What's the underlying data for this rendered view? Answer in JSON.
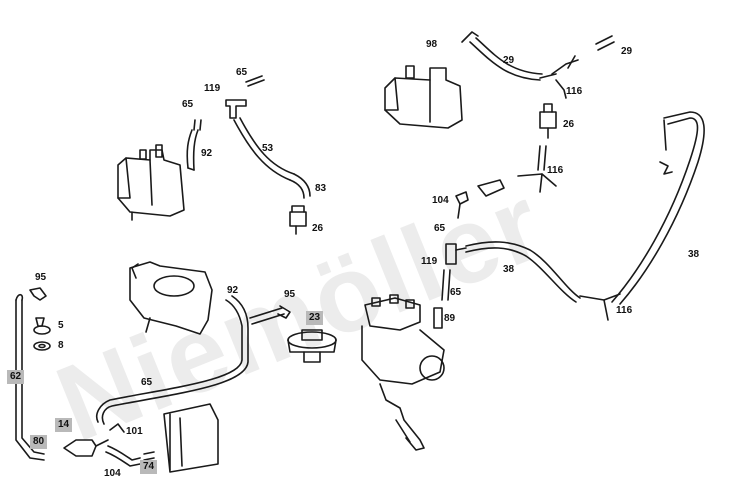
{
  "watermark": {
    "text": "Niemöller"
  },
  "labels": {
    "l98": "98",
    "l29a": "29",
    "l29b": "29",
    "l116a": "116",
    "l26a": "26",
    "l116b": "116",
    "l38a": "38",
    "l38b": "38",
    "l116c": "116",
    "l104a": "104",
    "l65a": "65",
    "l119a": "119",
    "l65b": "65",
    "l89": "89",
    "l65c": "65",
    "l119b": "119",
    "l65d": "65",
    "l92a": "92",
    "l53": "53",
    "l83": "83",
    "l26b": "26",
    "l95a": "95",
    "l5": "5",
    "l8": "8",
    "l62": "62",
    "l92b": "92",
    "l95b": "95",
    "l23": "23",
    "l65e": "65",
    "l14": "14",
    "l80": "80",
    "l101": "101",
    "l104b": "104",
    "l74": "74"
  },
  "colors": {
    "line": "#1a1a1a",
    "badge": "#b9b9b9",
    "watermark": "#ececec"
  }
}
